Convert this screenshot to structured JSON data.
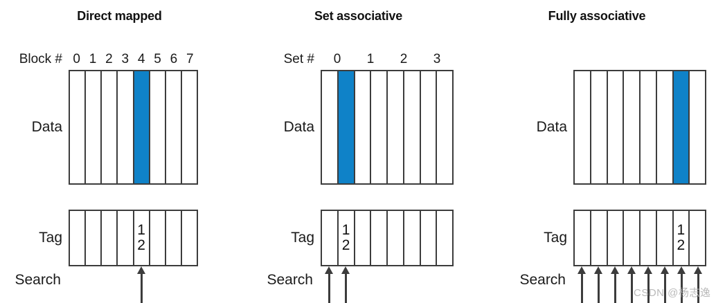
{
  "figure": {
    "title": "Cache placement schemes: direct mapped, set associative, fully associative",
    "accent_color": "#0f82c8",
    "line_color": "#3c3c3c",
    "background_color": "#ffffff"
  },
  "labels": {
    "data": "Data",
    "tag": "Tag",
    "search": "Search"
  },
  "panels": [
    {
      "title": "Direct mapped",
      "index_label": "Block #",
      "index_values": [
        "0",
        "1",
        "2",
        "3",
        "4",
        "5",
        "6",
        "7"
      ],
      "index_span": 1,
      "cell_count": 8,
      "data_highlight_index": 4,
      "tag_index": 4,
      "tag_digits": [
        "1",
        "2"
      ],
      "search_arrow_cells": [
        4
      ]
    },
    {
      "title": "Set associative",
      "index_label": "Set #",
      "index_values": [
        "0",
        "1",
        "2",
        "3"
      ],
      "index_span": 2,
      "cell_count": 8,
      "data_highlight_index": 1,
      "tag_index": 1,
      "tag_digits": [
        "1",
        "2"
      ],
      "search_arrow_cells": [
        0,
        1
      ]
    },
    {
      "title": "Fully associative",
      "index_label": "",
      "index_values": [],
      "index_span": 0,
      "cell_count": 8,
      "data_highlight_index": 6,
      "tag_index": 6,
      "tag_digits": [
        "1",
        "2"
      ],
      "search_arrow_cells": [
        0,
        1,
        2,
        3,
        4,
        5,
        6,
        7
      ]
    }
  ],
  "watermark": {
    "text": "CSDN @杨志逸"
  }
}
